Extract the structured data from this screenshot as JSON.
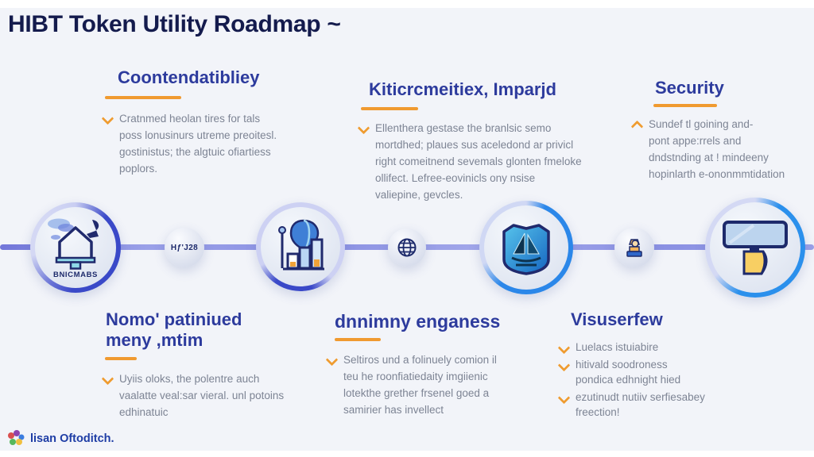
{
  "title": "HIBT Token Utility Roadmap ~",
  "top_sections": [
    {
      "heading": "Coontendatibliey",
      "bullets": [
        {
          "arrow": "down",
          "lines": [
            "Cratnmed heolan tires for tals",
            "poss lonusinurs utreme preoitesl.",
            "gostinistus; the algtuic ofiartiess",
            "poplors."
          ]
        }
      ]
    },
    {
      "heading": "Kiticrcmeitiex, Imparjd",
      "bullets": [
        {
          "arrow": "down",
          "lines": [
            "Ellenthera gestase the branlsic semo",
            "mortdhed; plaues sus aceledond ar privicl",
            "right comeitnend sevemals glonten fmeloke",
            "ollifect. Lefree-eovinicls ony nsise",
            "valiepine, gevcles."
          ]
        }
      ]
    },
    {
      "heading": "Security",
      "bullets": [
        {
          "arrow": "up",
          "lines": [
            "Sundef tl goining and-",
            "pont appe:rrels and",
            "dndstnding at ! mindeeny",
            "hopinlarth e-ononmmtidation"
          ]
        }
      ]
    }
  ],
  "timeline": {
    "nodes": [
      {
        "size": "large",
        "icon": "house-bell-icon",
        "label": "BNICMABS"
      },
      {
        "size": "small",
        "icon": "",
        "label": "Hƒ'J28"
      },
      {
        "size": "large",
        "icon": "bar-chart-balloon-icon",
        "label": ""
      },
      {
        "size": "small",
        "icon": "globe-icon",
        "label": ""
      },
      {
        "size": "large",
        "icon": "shield-sailboat-icon",
        "label": ""
      },
      {
        "size": "small",
        "icon": "worker-figure-icon",
        "label": ""
      },
      {
        "size": "large",
        "icon": "billboard-sign-icon",
        "label": ""
      }
    ]
  },
  "bottom_sections": [
    {
      "heading_lines": [
        "Nomo' patiniued",
        "meny ,mtim"
      ],
      "bullets": [
        {
          "arrow": "down",
          "lines": [
            "Uyiis oloks, the polentre auch",
            "vaalatte veal:sar vieral. unl potoins",
            "edhinatuic"
          ]
        }
      ]
    },
    {
      "heading_lines": [
        "dnnimny enganess"
      ],
      "bullets": [
        {
          "arrow": "down",
          "lines": [
            "Seltiros und a folinuely comion il",
            "teu he roonfiatiedaity imgiienic",
            "lotekthe grether frsenel goed a",
            "samirier has invellect"
          ]
        }
      ]
    },
    {
      "heading_lines": [
        "Visuserfew"
      ],
      "bullets": [
        {
          "arrow": "down",
          "lines": [
            "Luelacs istuiabire"
          ]
        },
        {
          "arrow": "down",
          "lines": [
            "hitivald soodroness",
            "pondica edhnight hied"
          ]
        },
        {
          "arrow": "down",
          "lines": [
            "ezutinudt nutiiv serfiesabey",
            "freection!"
          ]
        }
      ]
    }
  ],
  "footer": {
    "brand": "lisan Oftoditch."
  },
  "colors": {
    "accent_orange": "#f09a30",
    "heading_indigo": "#2d3b9d",
    "title_navy": "#141b4d",
    "ring_blue": "#3a49c8",
    "ring_bright_blue": "#2b87e9",
    "line_lavender": "#9aa0e8"
  }
}
